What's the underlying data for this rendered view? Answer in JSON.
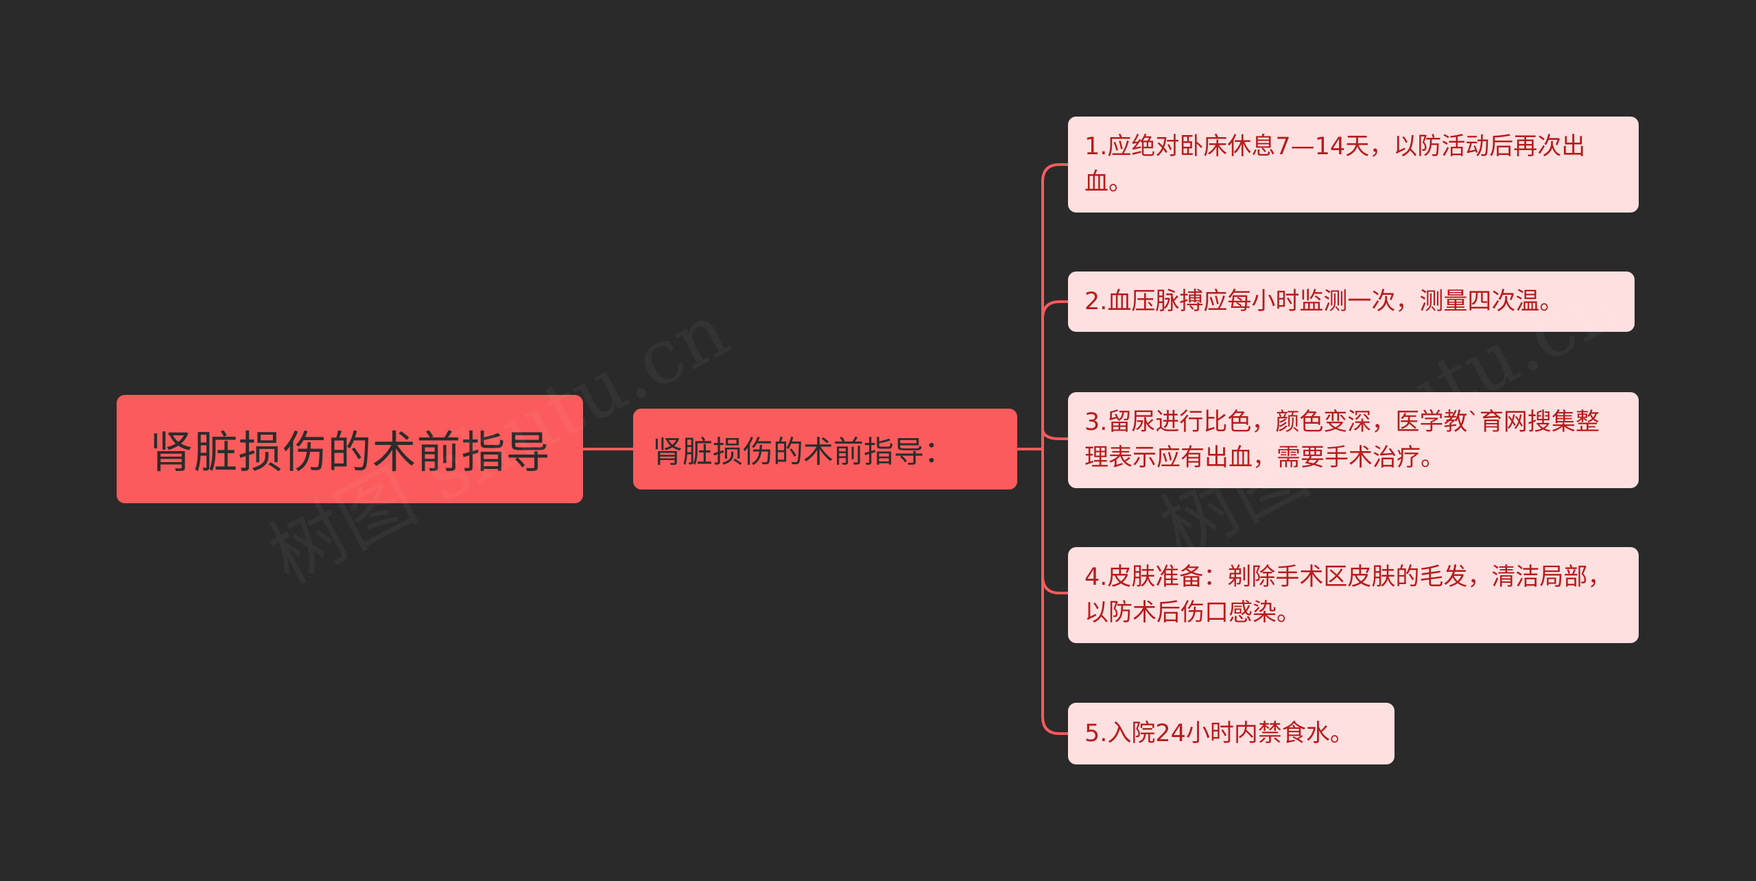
{
  "diagram": {
    "root": {
      "label": "肾脏损伤的术前指导"
    },
    "branch": {
      "label": "肾脏损伤的术前指导："
    },
    "leaves": [
      {
        "label": "1.应绝对卧床休息7—14天，以防活动后再次出血。"
      },
      {
        "label": "2.血压脉搏应每小时监测一次，测量四次温。"
      },
      {
        "label": "3.留尿进行比色，颜色变深，医学教`育网搜集整理表示应有出血，需要手术治疗。"
      },
      {
        "label": "4.皮肤准备：剃除手术区皮肤的毛发，清洁局部，以防术后伤口感染。"
      },
      {
        "label": "5.入院24小时内禁食水。"
      }
    ],
    "watermarks": [
      "树图 shutu.cn",
      "树图 shutu.cn"
    ]
  },
  "colors": {
    "background": "#2a2a2a",
    "node_fill": "#fb5b5c",
    "leaf_fill": "#ffe0e1",
    "leaf_text": "#b71c1c",
    "connector": "#fb5b5c"
  }
}
